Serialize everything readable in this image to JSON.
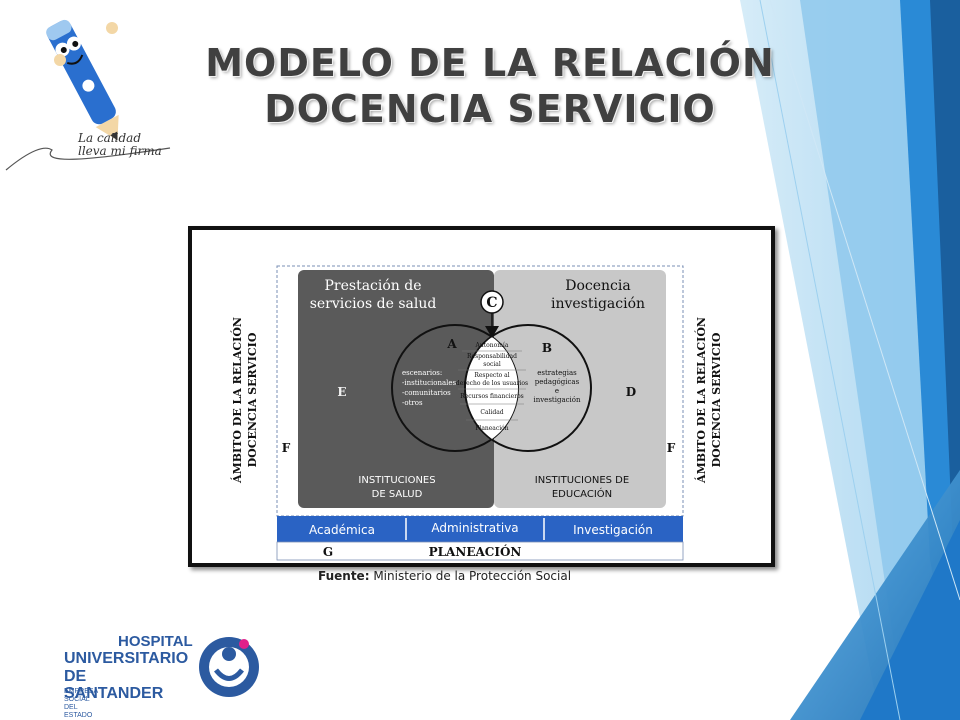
{
  "slide": {
    "title_line1": "MODELO DE LA RELACIÓN",
    "title_line2": "DOCENCIA SERVICIO",
    "slogan_line1": "La calidad",
    "slogan_line2": "lleva mi firma",
    "source_label": "Fuente:",
    "source_text": "Ministerio de la Protección Social"
  },
  "diagram": {
    "left_panel_title_1": "Prestación de",
    "left_panel_title_2": "servicios de salud",
    "right_panel_title_1": "Docencia",
    "right_panel_title_2": "investigación",
    "letter_c": "C",
    "letter_a": "A",
    "letter_b": "B",
    "letter_d": "D",
    "letter_e": "E",
    "letter_f_left": "F",
    "letter_f_right": "F",
    "letter_g": "G",
    "left_scenarios_1": "escenarios:",
    "left_scenarios_2": "-institucionales",
    "left_scenarios_3": "-comunitarios",
    "left_scenarios_4": "-otros",
    "right_notes_1": "estrategias",
    "right_notes_2": "pedagógicas",
    "right_notes_3": "e",
    "right_notes_4": "investigación",
    "center_items": [
      "Autonomía",
      "Responsabilidad",
      "social",
      "Respecto al",
      "derecho de los usuarios",
      "Recursos financieros",
      "Calidad",
      "Planeación"
    ],
    "left_institution_1": "INSTITUCIONES",
    "left_institution_2": "DE SALUD",
    "right_institution_1": "INSTITUCIONES DE",
    "right_institution_2": "EDUCACIÓN",
    "side_label_1": "ÁMBITO DE LA RELACIÓN",
    "side_label_2": "DOCENCIA SERVICIO",
    "band_academica": "Académica",
    "band_administrativa": "Administrativa",
    "band_investigacion": "Investigación",
    "band_planeacion": "PLANEACIÓN"
  },
  "hospital_logo": {
    "line1": "HOSPITAL",
    "line2": "UNIVERSITARIO",
    "line3": "DE SANTANDER",
    "line4": "EMPRESA SOCIAL DEL ESTADO"
  },
  "colors": {
    "title": "#404040",
    "left_panel": "#5a5a5a",
    "right_panel": "#c8c8c8",
    "band_blue": "#2a63c4",
    "hospital_blue": "#2c5aa0",
    "accent_blue": "#1f78c8"
  }
}
